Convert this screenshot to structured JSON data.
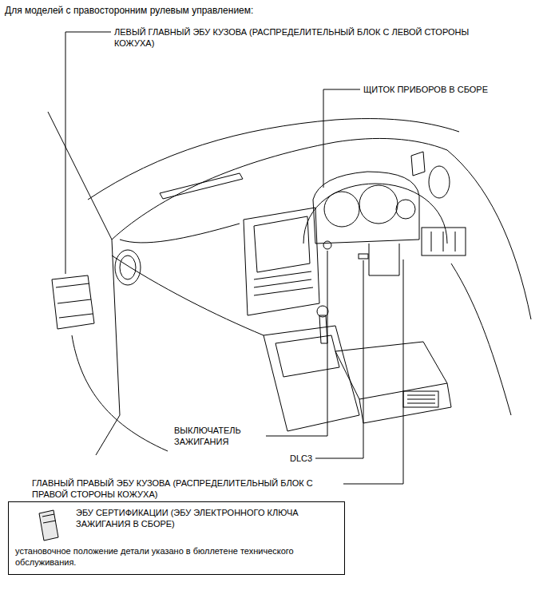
{
  "diagram": {
    "title": "Для моделей с правосторонним рулевым управлением:",
    "nodes": [
      {
        "text": [
          "ЭБУ СЕРТИФИКАЦИИ (ЭБУ ЭЛЕКТРОННОГО КЛЮЧА ЗАЖИГАНИЯ В СБОРЕ)",
          "установочное положение детали указано в бюллетене технического обслуживания."
        ]
      }
    ],
    "labels": [
      "ЛЕВЫЙ ГЛАВНЫЙ ЭБУ КУЗОВА (РАСПРЕДЕЛИТЕЛЬНЫЙ БЛОК С ЛЕВОЙ СТОРОНЫ КОЖУХА)",
      "ЩИТОК ПРИБОРОВ В СБОРЕ",
      "ВЫКЛЮЧАТЕЛЬ ЗАЖИГАНИЯ",
      "DLC3",
      "ГЛАВНЫЙ ПРАВЫЙ ЭБУ КУЗОВА (РАСПРЕДЕЛИТЕЛЬНЫЙ БЛОК С ПРАВОЙ СТОРОНЫ КОЖУХА)"
    ]
  }
}
